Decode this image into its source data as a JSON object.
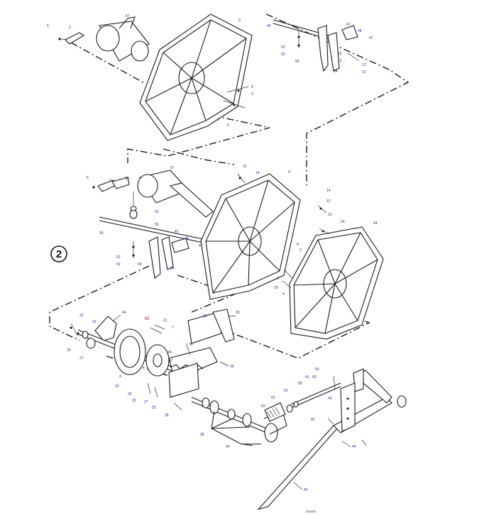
{
  "group_number": "2",
  "footer_code": "#####",
  "labels": {
    "t1": "5",
    "t2": "2",
    "t3": "57",
    "t4": "9",
    "t5": "49",
    "t6": "47",
    "t7": "48",
    "t8": "47",
    "t9": "52",
    "t10": "53",
    "t11": "12",
    "t12": "13",
    "t13": "12",
    "t14": "13",
    "t15": "54",
    "t16": "54",
    "t17": "8",
    "t18": "3",
    "t19": "8",
    "t20": "6",
    "m1": "12",
    "m2": "14",
    "m3": "57",
    "m4": "9",
    "m5": "5",
    "m6": "2",
    "m7": "50",
    "m8": "52",
    "m9": "55",
    "m10": "56",
    "m11": "47",
    "m12": "49",
    "m13": "47",
    "m14": "52",
    "m15": "53",
    "m16": "54",
    "m17": "54",
    "m18": "14",
    "m19": "12",
    "m20": "12",
    "m21": "14",
    "m22": "64",
    "m23": "8",
    "m24": "3",
    "m25": "8",
    "m26": "29",
    "m27": "4",
    "b1": "22",
    "b2": "23",
    "b3": "24",
    "b4": "21",
    "b5": "46",
    "b6": "65",
    "b7": "31",
    "b8": "7",
    "b9": "32",
    "b10": "30",
    "b11": "35",
    "b12": "34",
    "b13": "37",
    "b14": "36",
    "b15": "4",
    "b16": "20",
    "b17": "26",
    "b18": "33",
    "b19": "27",
    "b20": "33",
    "b21": "39",
    "b22": "38",
    "b23": "40",
    "b24": "59",
    "b25": "58",
    "b26": "61",
    "b27": "60",
    "b28": "62",
    "b29": "63",
    "b30": "41",
    "b31": "43",
    "b32": "42",
    "b33": "44",
    "b34": "45"
  }
}
